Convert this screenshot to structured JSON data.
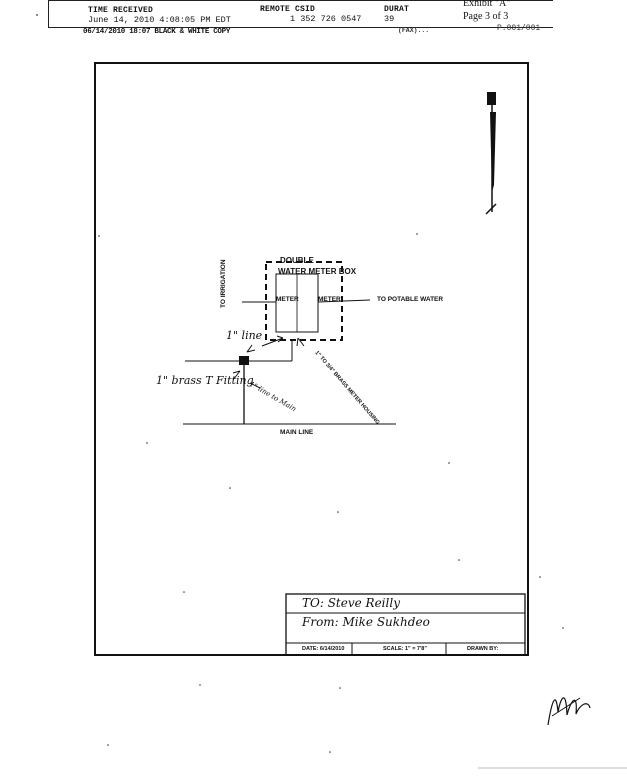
{
  "fax_header": {
    "time_received_label": "TIME RECEIVED",
    "time_received_value": "June 14, 2010 4:08:05 PM EDT",
    "remote_csid_label": "REMOTE CSID",
    "remote_csid_value": "1 352 726 0547",
    "duration_label": "DURAT",
    "duration_value": "39",
    "exhibit": "Exhibit \"A\"",
    "page": "Page 3 of 3",
    "stamp_line": "06/14/2010  18:07 BLACK & WHITE COPY",
    "right_fragment_1": "(FAX)...",
    "right_fragment_2": "P.001/001"
  },
  "diagram": {
    "to_irrigation": "TO IRRIGATION",
    "double": "DOUBLE",
    "water_meter_box": "WATER METER BOX",
    "meter_left": "METER",
    "meter_right": "METER",
    "to_potable_water": "TO POTABLE WATER",
    "one_inch_line": "1\" line",
    "brass_t_fitting": "1\" brass T Fitting",
    "one_inch_line_small": "1\" line to Main",
    "brass_meter_housing": "1\" TO 3/4\" BRASS METER HOUSING",
    "main_line": "MAIN LINE"
  },
  "title_block": {
    "to_line": "TO: Steve Reilly",
    "from_line": "From: Mike Sukhdeo",
    "date": "DATE: 6/14/2010",
    "scale": "SCALE: 1\" = 7'8\"",
    "drawn_by": "DRAWN BY:"
  }
}
